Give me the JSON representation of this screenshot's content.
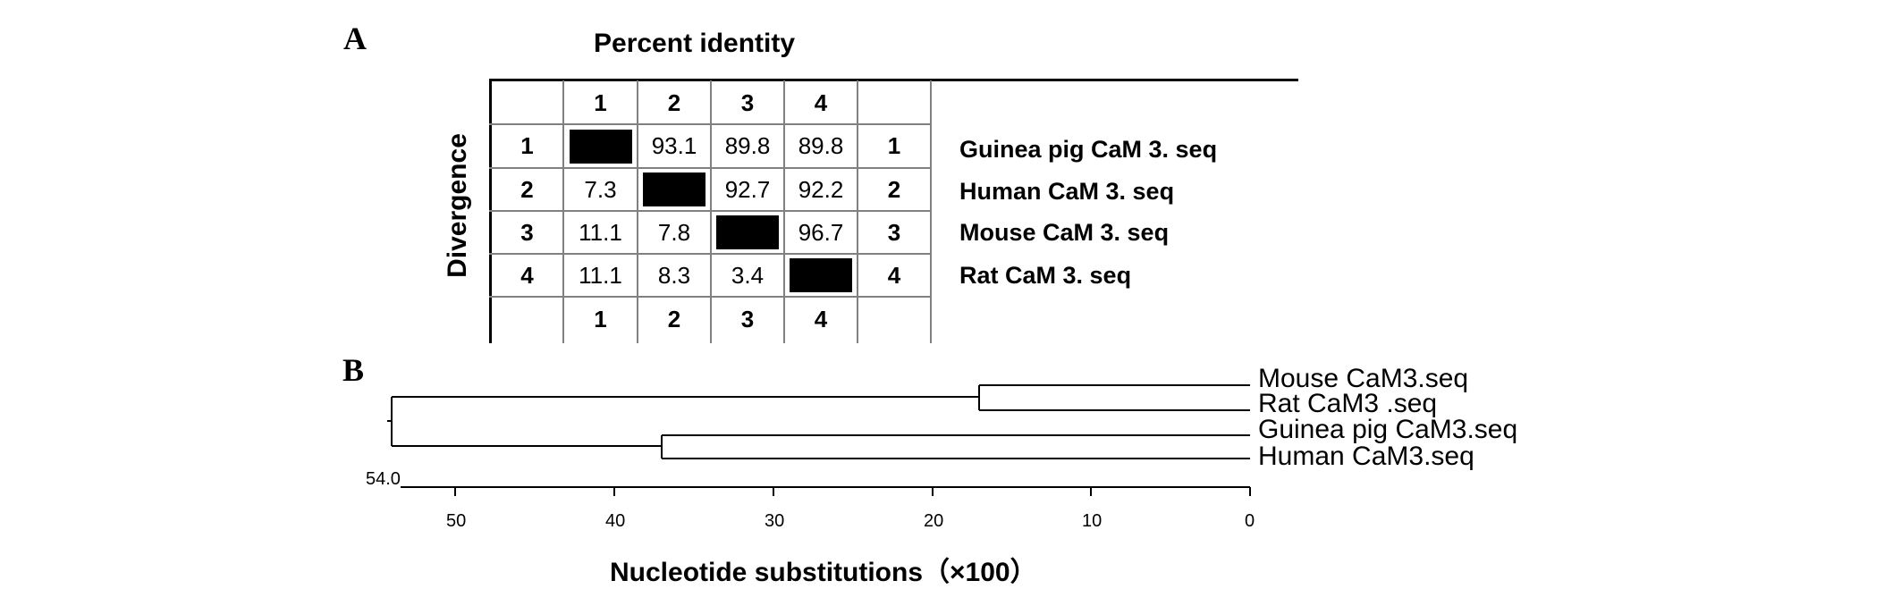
{
  "panel_a": {
    "label": "A",
    "top_heading": "Percent identity",
    "side_heading": "Divergence",
    "column_indices": [
      "1",
      "2",
      "3",
      "4"
    ],
    "rows": [
      {
        "index": "1",
        "cells": [
          "",
          "93.1",
          "89.8",
          "89.8"
        ],
        "name": "Guinea pig CaM 3. seq"
      },
      {
        "index": "2",
        "cells": [
          "7.3",
          "",
          "92.7",
          "92.2"
        ],
        "name": "Human CaM 3. seq"
      },
      {
        "index": "3",
        "cells": [
          "11.1",
          "7.8",
          "",
          "96.7"
        ],
        "name": "Mouse CaM 3. seq"
      },
      {
        "index": "4",
        "cells": [
          "11.1",
          "8.3",
          "3.4",
          ""
        ],
        "name": "Rat CaM 3. seq"
      }
    ]
  },
  "panel_b": {
    "label": "B",
    "root_value": "54.0",
    "axis_ticks": [
      "50",
      "40",
      "30",
      "20",
      "10",
      "0"
    ],
    "axis_title": "Nucleotide substitutions（×100）",
    "leaves": [
      "Mouse CaM3.seq",
      "Rat CaM3  .seq",
      "Guinea pig CaM3.seq",
      "Human CaM3.seq"
    ],
    "tree": {
      "root_height": 54.0,
      "clades": [
        {
          "height": 17.0,
          "leaves": [
            "Mouse CaM3.seq",
            "Rat CaM3  .seq"
          ]
        },
        {
          "height": 37.0,
          "leaves": [
            "Guinea pig CaM3.seq",
            "Human CaM3.seq"
          ]
        }
      ]
    }
  },
  "colors": {
    "grid": "#808080",
    "ink": "#000000"
  }
}
